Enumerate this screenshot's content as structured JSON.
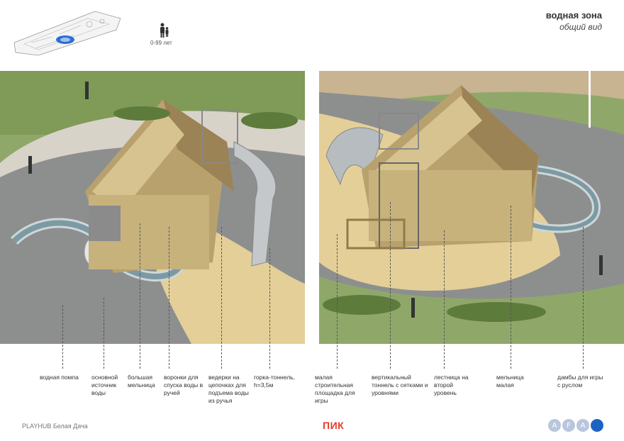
{
  "header": {
    "zone_title": "водная зона",
    "view_subtitle": "общий вид",
    "age_range": "0-99 лет"
  },
  "labels": [
    {
      "text": "водная помпа"
    },
    {
      "text": "основной источник воды"
    },
    {
      "text": "большая мельница"
    },
    {
      "text": "воронки для спуска воды в ручей"
    },
    {
      "text": "ведерки на цепочках для подъема воды из ручья"
    },
    {
      "text": "горка-тоннель, h=3,5м"
    },
    {
      "text": "малая строительная площадка для игры"
    },
    {
      "text": "вертикальный тоннель с сетками и уровнями"
    },
    {
      "text": "лестница на второй уровень"
    },
    {
      "text": "мельница малая"
    },
    {
      "text": "дамбы для игры с руслом"
    }
  ],
  "footer": {
    "project_name": "PLAYHUB Белая Дача",
    "brand": "ПИК",
    "logo_letters": [
      "A",
      "F",
      "A",
      ""
    ]
  },
  "colors": {
    "brand_red": "#e53b2c",
    "logo_pale": "#b9c6dc",
    "logo_dark": "#1f63c2"
  }
}
